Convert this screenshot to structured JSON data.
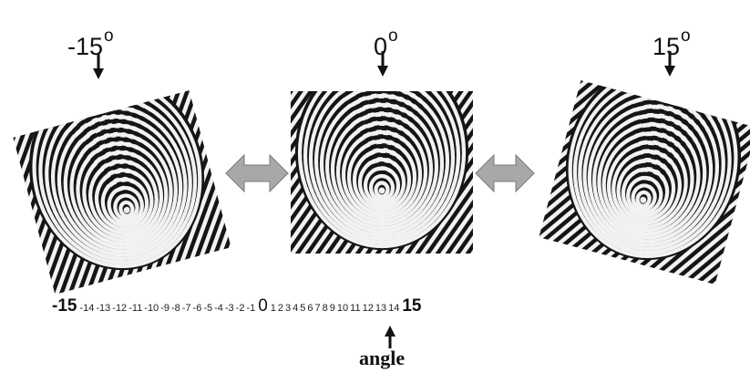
{
  "panels": [
    {
      "label": "-15",
      "rotation": -15
    },
    {
      "label": "0",
      "rotation": 0
    },
    {
      "label": "15",
      "rotation": 15
    }
  ],
  "degree_symbol": "o",
  "scale": {
    "ticks": [
      "-15",
      "-14",
      "-13",
      "-12",
      "-11",
      "-10",
      "-9",
      "-8",
      "-7",
      "-6",
      "-5",
      "-4",
      "-3",
      "-2",
      "-1",
      "0",
      "1",
      "2",
      "3",
      "4",
      "5",
      "6",
      "7",
      "8",
      "9",
      "10",
      "11",
      "12",
      "13",
      "14",
      "15"
    ]
  },
  "caption": "angle",
  "colors": {
    "arrow_fill": "#a8a8a8",
    "arrow_stroke": "#7a7a7a",
    "ink": "#111111"
  }
}
